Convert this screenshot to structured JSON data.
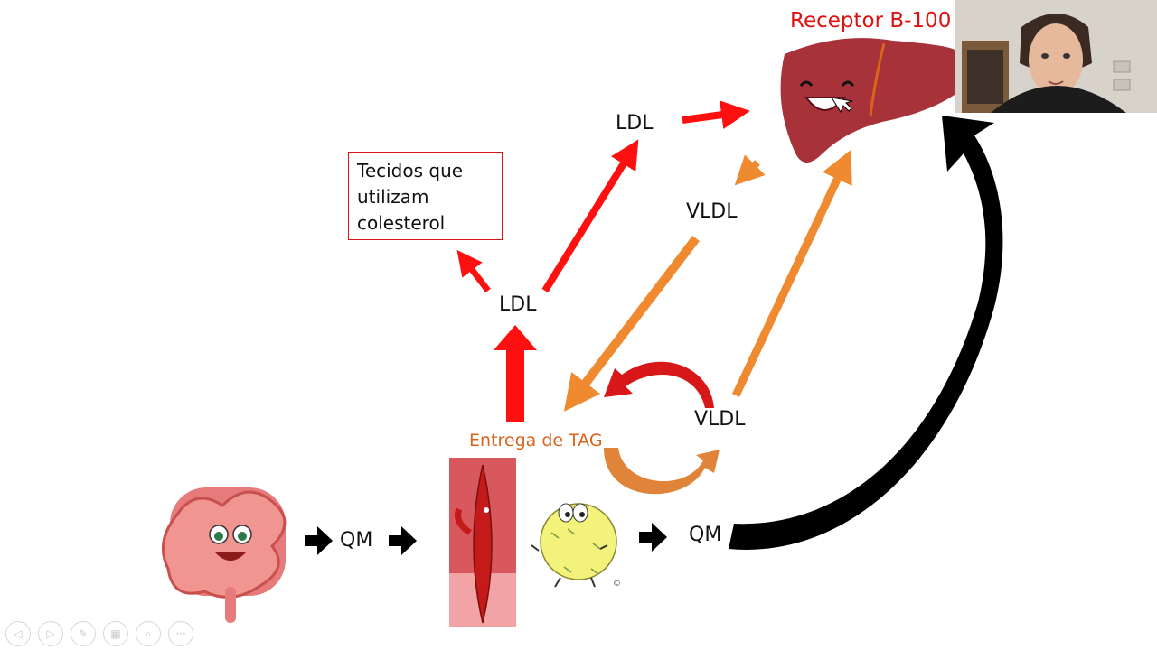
{
  "diagram": {
    "receptor_label": "Receptor B-100",
    "tissue_box_lines": [
      "Tecidos que",
      "utilizam",
      "colesterol"
    ],
    "ldl_top": "LDL",
    "ldl_mid": "LDL",
    "vldl_top": "VLDL",
    "vldl_bottom": "VLDL",
    "entrega_label": "Entrega de TAG",
    "qm_left": "QM",
    "qm_right": "QM",
    "copyright_mark": "©"
  },
  "colors": {
    "red": "#ff1010",
    "orange": "#f08a30",
    "dark_orange": "#d9641c",
    "black": "#000000",
    "liver": "#a8323a"
  },
  "toolbar": {
    "buttons": [
      {
        "icon": "prev-icon",
        "glyph": "◁"
      },
      {
        "icon": "next-icon",
        "glyph": "▷"
      },
      {
        "icon": "pen-icon",
        "glyph": "✎"
      },
      {
        "icon": "slides-icon",
        "glyph": "▦"
      },
      {
        "icon": "zoom-icon",
        "glyph": "⌕"
      },
      {
        "icon": "more-icon",
        "glyph": "···"
      }
    ]
  },
  "webcam": {
    "description_icon": "webcam-feed"
  }
}
